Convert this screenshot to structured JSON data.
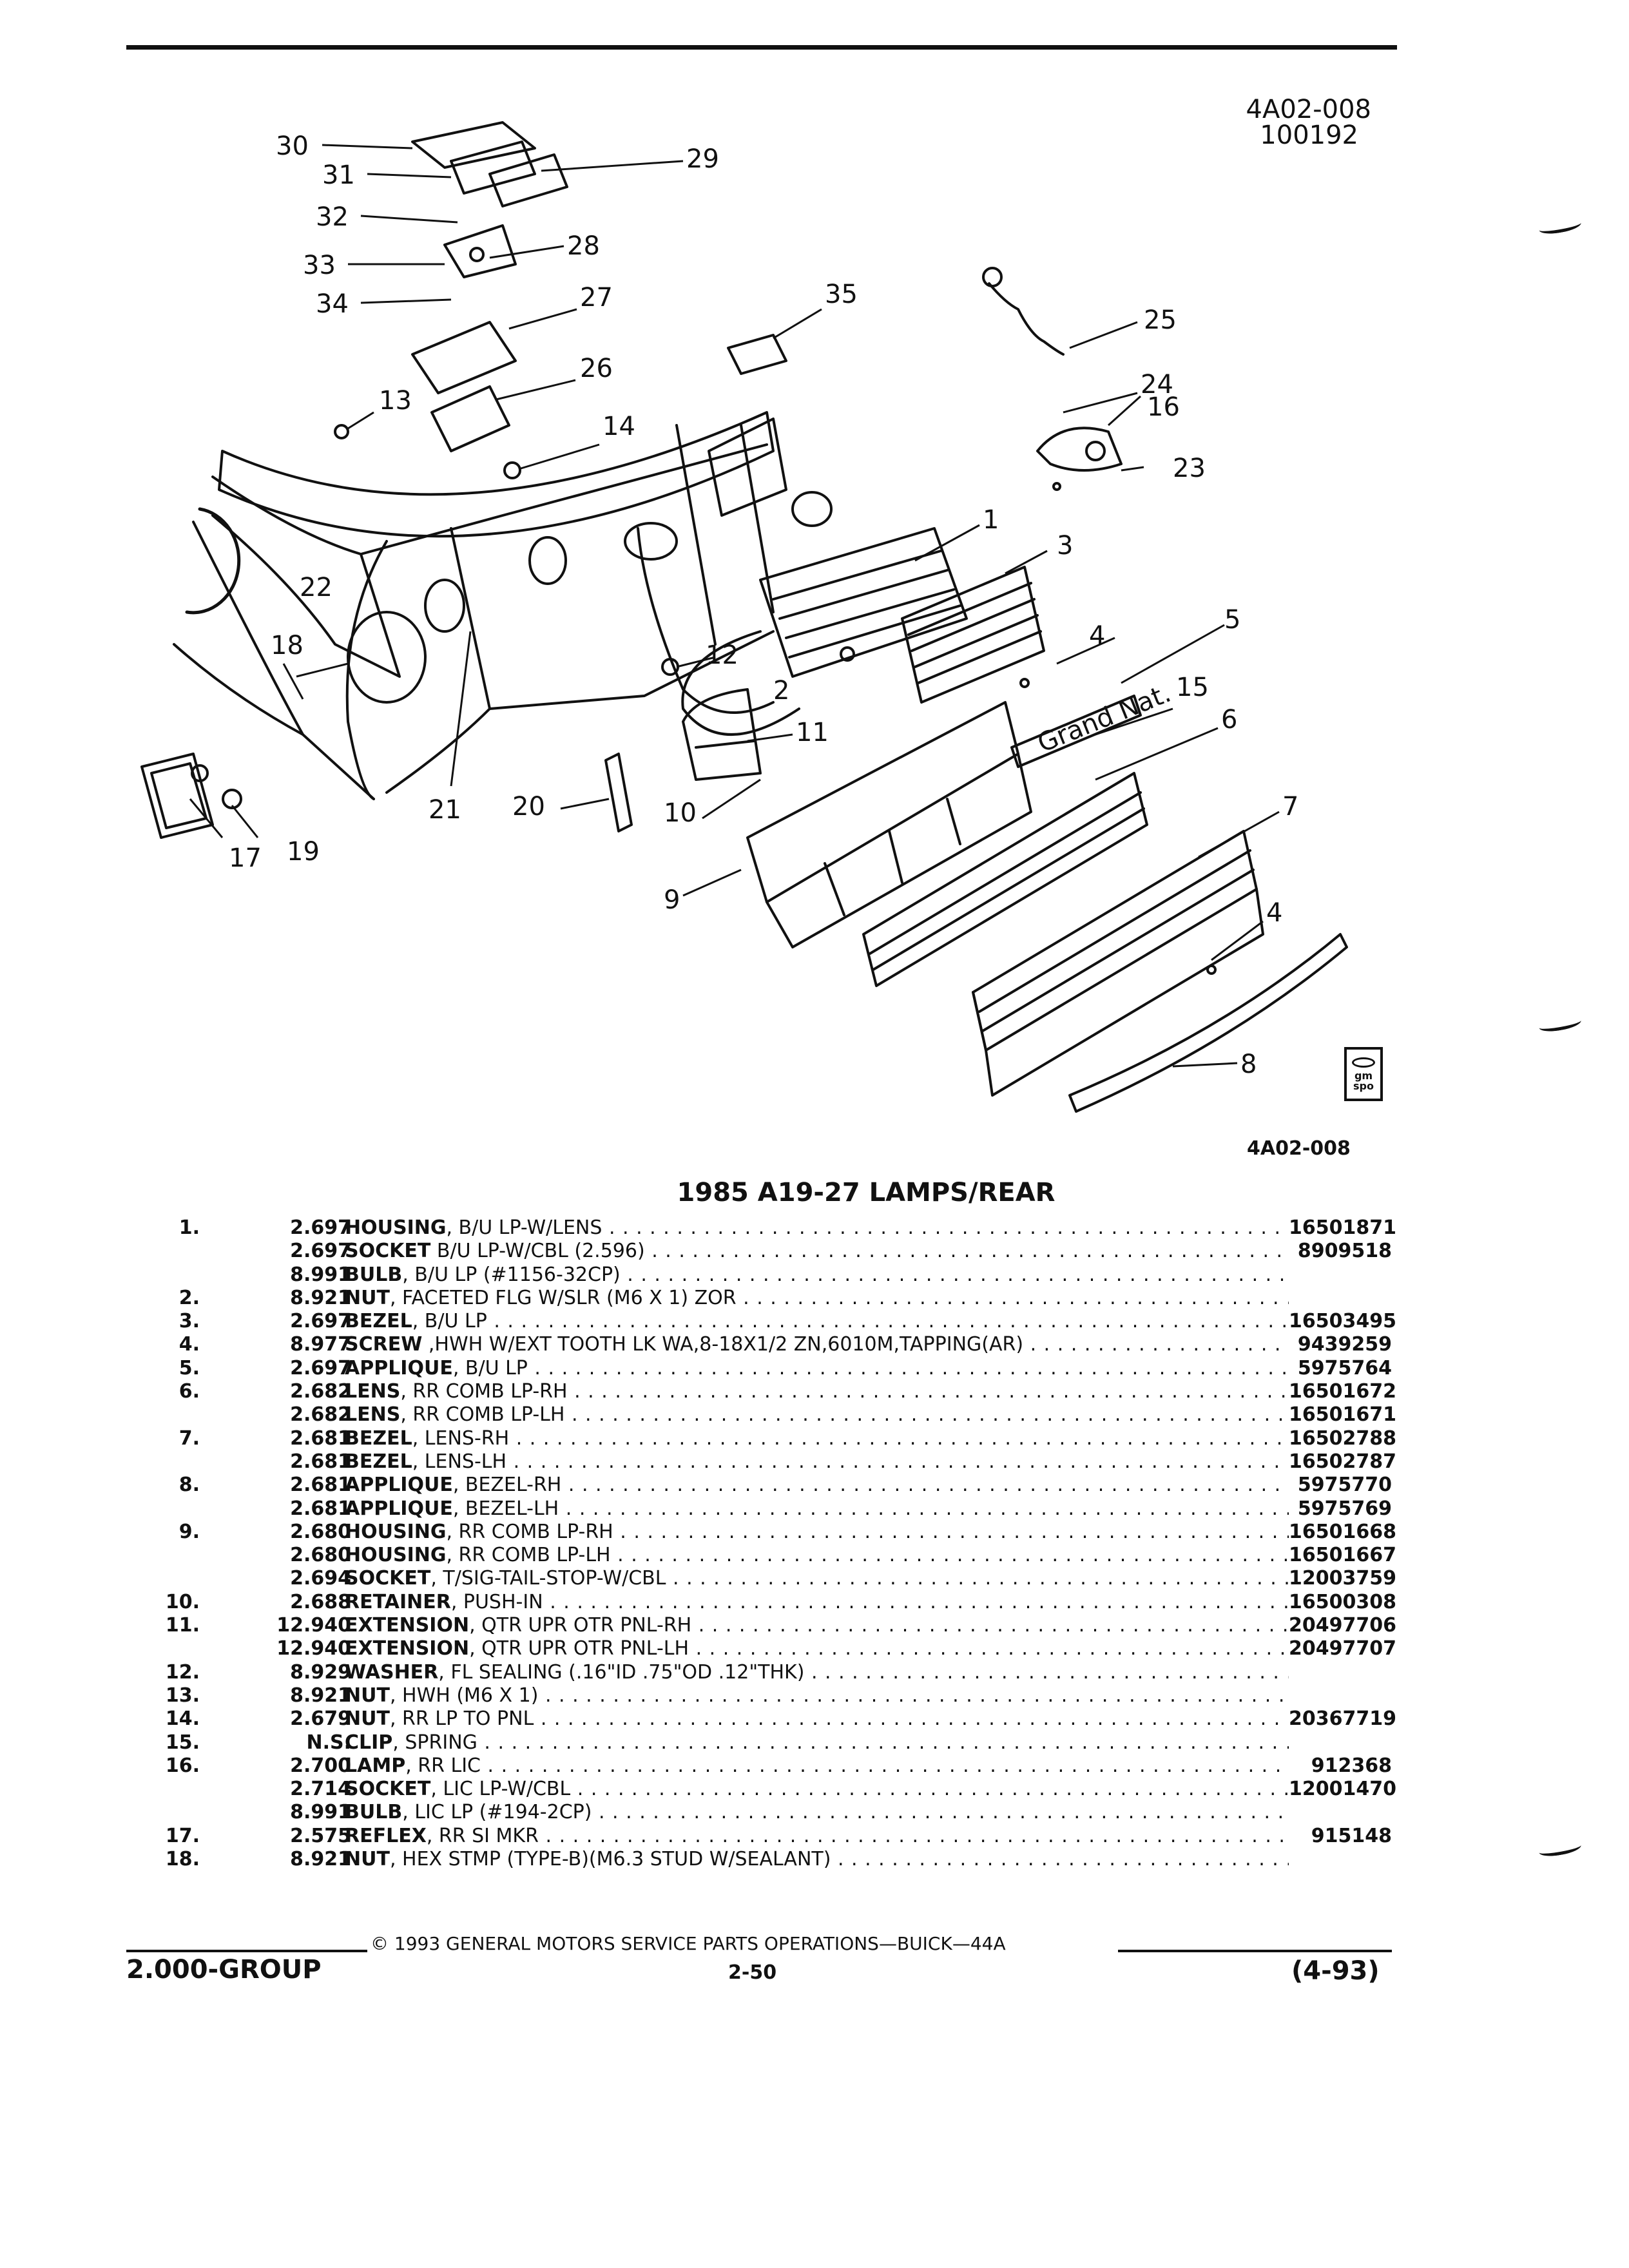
{
  "header": {
    "diagram_code": "4A02-008",
    "date_code": "100192"
  },
  "diagram": {
    "caption_code": "4A02-008",
    "logo_text": [
      "gm",
      "spo"
    ],
    "callouts": [
      "1",
      "2",
      "3",
      "4",
      "4",
      "5",
      "6",
      "7",
      "8",
      "9",
      "10",
      "11",
      "12",
      "13",
      "14",
      "15",
      "16",
      "17",
      "18",
      "19",
      "20",
      "21",
      "22",
      "23",
      "24",
      "25",
      "26",
      "27",
      "28",
      "29",
      "30",
      "31",
      "32",
      "33",
      "34",
      "35"
    ]
  },
  "title": "1985 A19-27 LAMPS/REAR",
  "parts": [
    {
      "num": "1.",
      "group": "2.697",
      "name": "HOUSING",
      "desc": ", B/U LP-W/LENS",
      "pn": "16501871"
    },
    {
      "num": "",
      "group": "2.697",
      "name": "SOCKET",
      "desc": " B/U LP-W/CBL (2.596)",
      "pn": "8909518"
    },
    {
      "num": "",
      "group": "8.991",
      "name": "BULB",
      "desc": ", B/U LP (#1156-32CP)",
      "pn": ""
    },
    {
      "num": "2.",
      "group": "8.921",
      "name": "NUT",
      "desc": ", FACETED FLG W/SLR (M6 X 1) ZOR",
      "pn": ""
    },
    {
      "num": "3.",
      "group": "2.697",
      "name": "BEZEL",
      "desc": ", B/U LP",
      "pn": "16503495"
    },
    {
      "num": "4.",
      "group": "8.977",
      "name": "SCREW",
      "desc": " ,HWH W/EXT TOOTH LK WA,8-18X1/2 ZN,6010M,TAPPING(AR)",
      "pn": "9439259"
    },
    {
      "num": "5.",
      "group": "2.697",
      "name": "APPLIQUE",
      "desc": ", B/U LP",
      "pn": "5975764"
    },
    {
      "num": "6.",
      "group": "2.682",
      "name": "LENS",
      "desc": ", RR COMB LP-RH",
      "pn": "16501672"
    },
    {
      "num": "",
      "group": "2.682",
      "name": "LENS",
      "desc": ", RR COMB LP-LH",
      "pn": "16501671"
    },
    {
      "num": "7.",
      "group": "2.681",
      "name": "BEZEL",
      "desc": ", LENS-RH",
      "pn": "16502788"
    },
    {
      "num": "",
      "group": "2.681",
      "name": "BEZEL",
      "desc": ", LENS-LH",
      "pn": "16502787"
    },
    {
      "num": "8.",
      "group": "2.681",
      "name": "APPLIQUE",
      "desc": ", BEZEL-RH",
      "pn": "5975770"
    },
    {
      "num": "",
      "group": "2.681",
      "name": "APPLIQUE",
      "desc": ", BEZEL-LH",
      "pn": "5975769"
    },
    {
      "num": "9.",
      "group": "2.680",
      "name": "HOUSING",
      "desc": ", RR COMB LP-RH",
      "pn": "16501668"
    },
    {
      "num": "",
      "group": "2.680",
      "name": "HOUSING",
      "desc": ", RR COMB LP-LH",
      "pn": "16501667"
    },
    {
      "num": "",
      "group": "2.694",
      "name": "SOCKET",
      "desc": ", T/SIG-TAIL-STOP-W/CBL",
      "pn": "12003759"
    },
    {
      "num": "10.",
      "group": "2.688",
      "name": "RETAINER",
      "desc": ", PUSH-IN",
      "pn": "16500308"
    },
    {
      "num": "11.",
      "group": "12.940",
      "name": "EXTENSION",
      "desc": ", QTR UPR OTR PNL-RH",
      "pn": "20497706"
    },
    {
      "num": "",
      "group": "12.940",
      "name": "EXTENSION",
      "desc": ", QTR UPR OTR PNL-LH",
      "pn": "20497707"
    },
    {
      "num": "12.",
      "group": "8.929",
      "name": "WASHER",
      "desc": ", FL SEALING (.16\"ID .75\"OD .12\"THK)",
      "pn": ""
    },
    {
      "num": "13.",
      "group": "8.921",
      "name": "NUT",
      "desc": ", HWH (M6 X 1)",
      "pn": ""
    },
    {
      "num": "14.",
      "group": "2.679",
      "name": "NUT",
      "desc": ", RR LP TO PNL",
      "pn": "20367719"
    },
    {
      "num": "15.",
      "group": "N.S.",
      "name": "CLIP",
      "desc": ", SPRING",
      "pn": ""
    },
    {
      "num": "16.",
      "group": "2.700",
      "name": "LAMP",
      "desc": ", RR LIC",
      "pn": "912368"
    },
    {
      "num": "",
      "group": "2.714",
      "name": "SOCKET",
      "desc": ", LIC LP-W/CBL",
      "pn": "12001470"
    },
    {
      "num": "",
      "group": "8.991",
      "name": "BULB",
      "desc": ", LIC LP (#194-2CP)",
      "pn": ""
    },
    {
      "num": "17.",
      "group": "2.575",
      "name": "REFLEX",
      "desc": ", RR SI MKR",
      "pn": "915148"
    },
    {
      "num": "18.",
      "group": "8.921",
      "name": "NUT",
      "desc": ", HEX STMP (TYPE-B)(M6.3 STUD W/SEALANT)",
      "pn": ""
    }
  ],
  "footer": {
    "copyright": "© 1993  GENERAL MOTORS SERVICE PARTS OPERATIONS—BUICK—44A",
    "group": "2.000-GROUP",
    "page": "2-50",
    "date": "(4-93)"
  }
}
